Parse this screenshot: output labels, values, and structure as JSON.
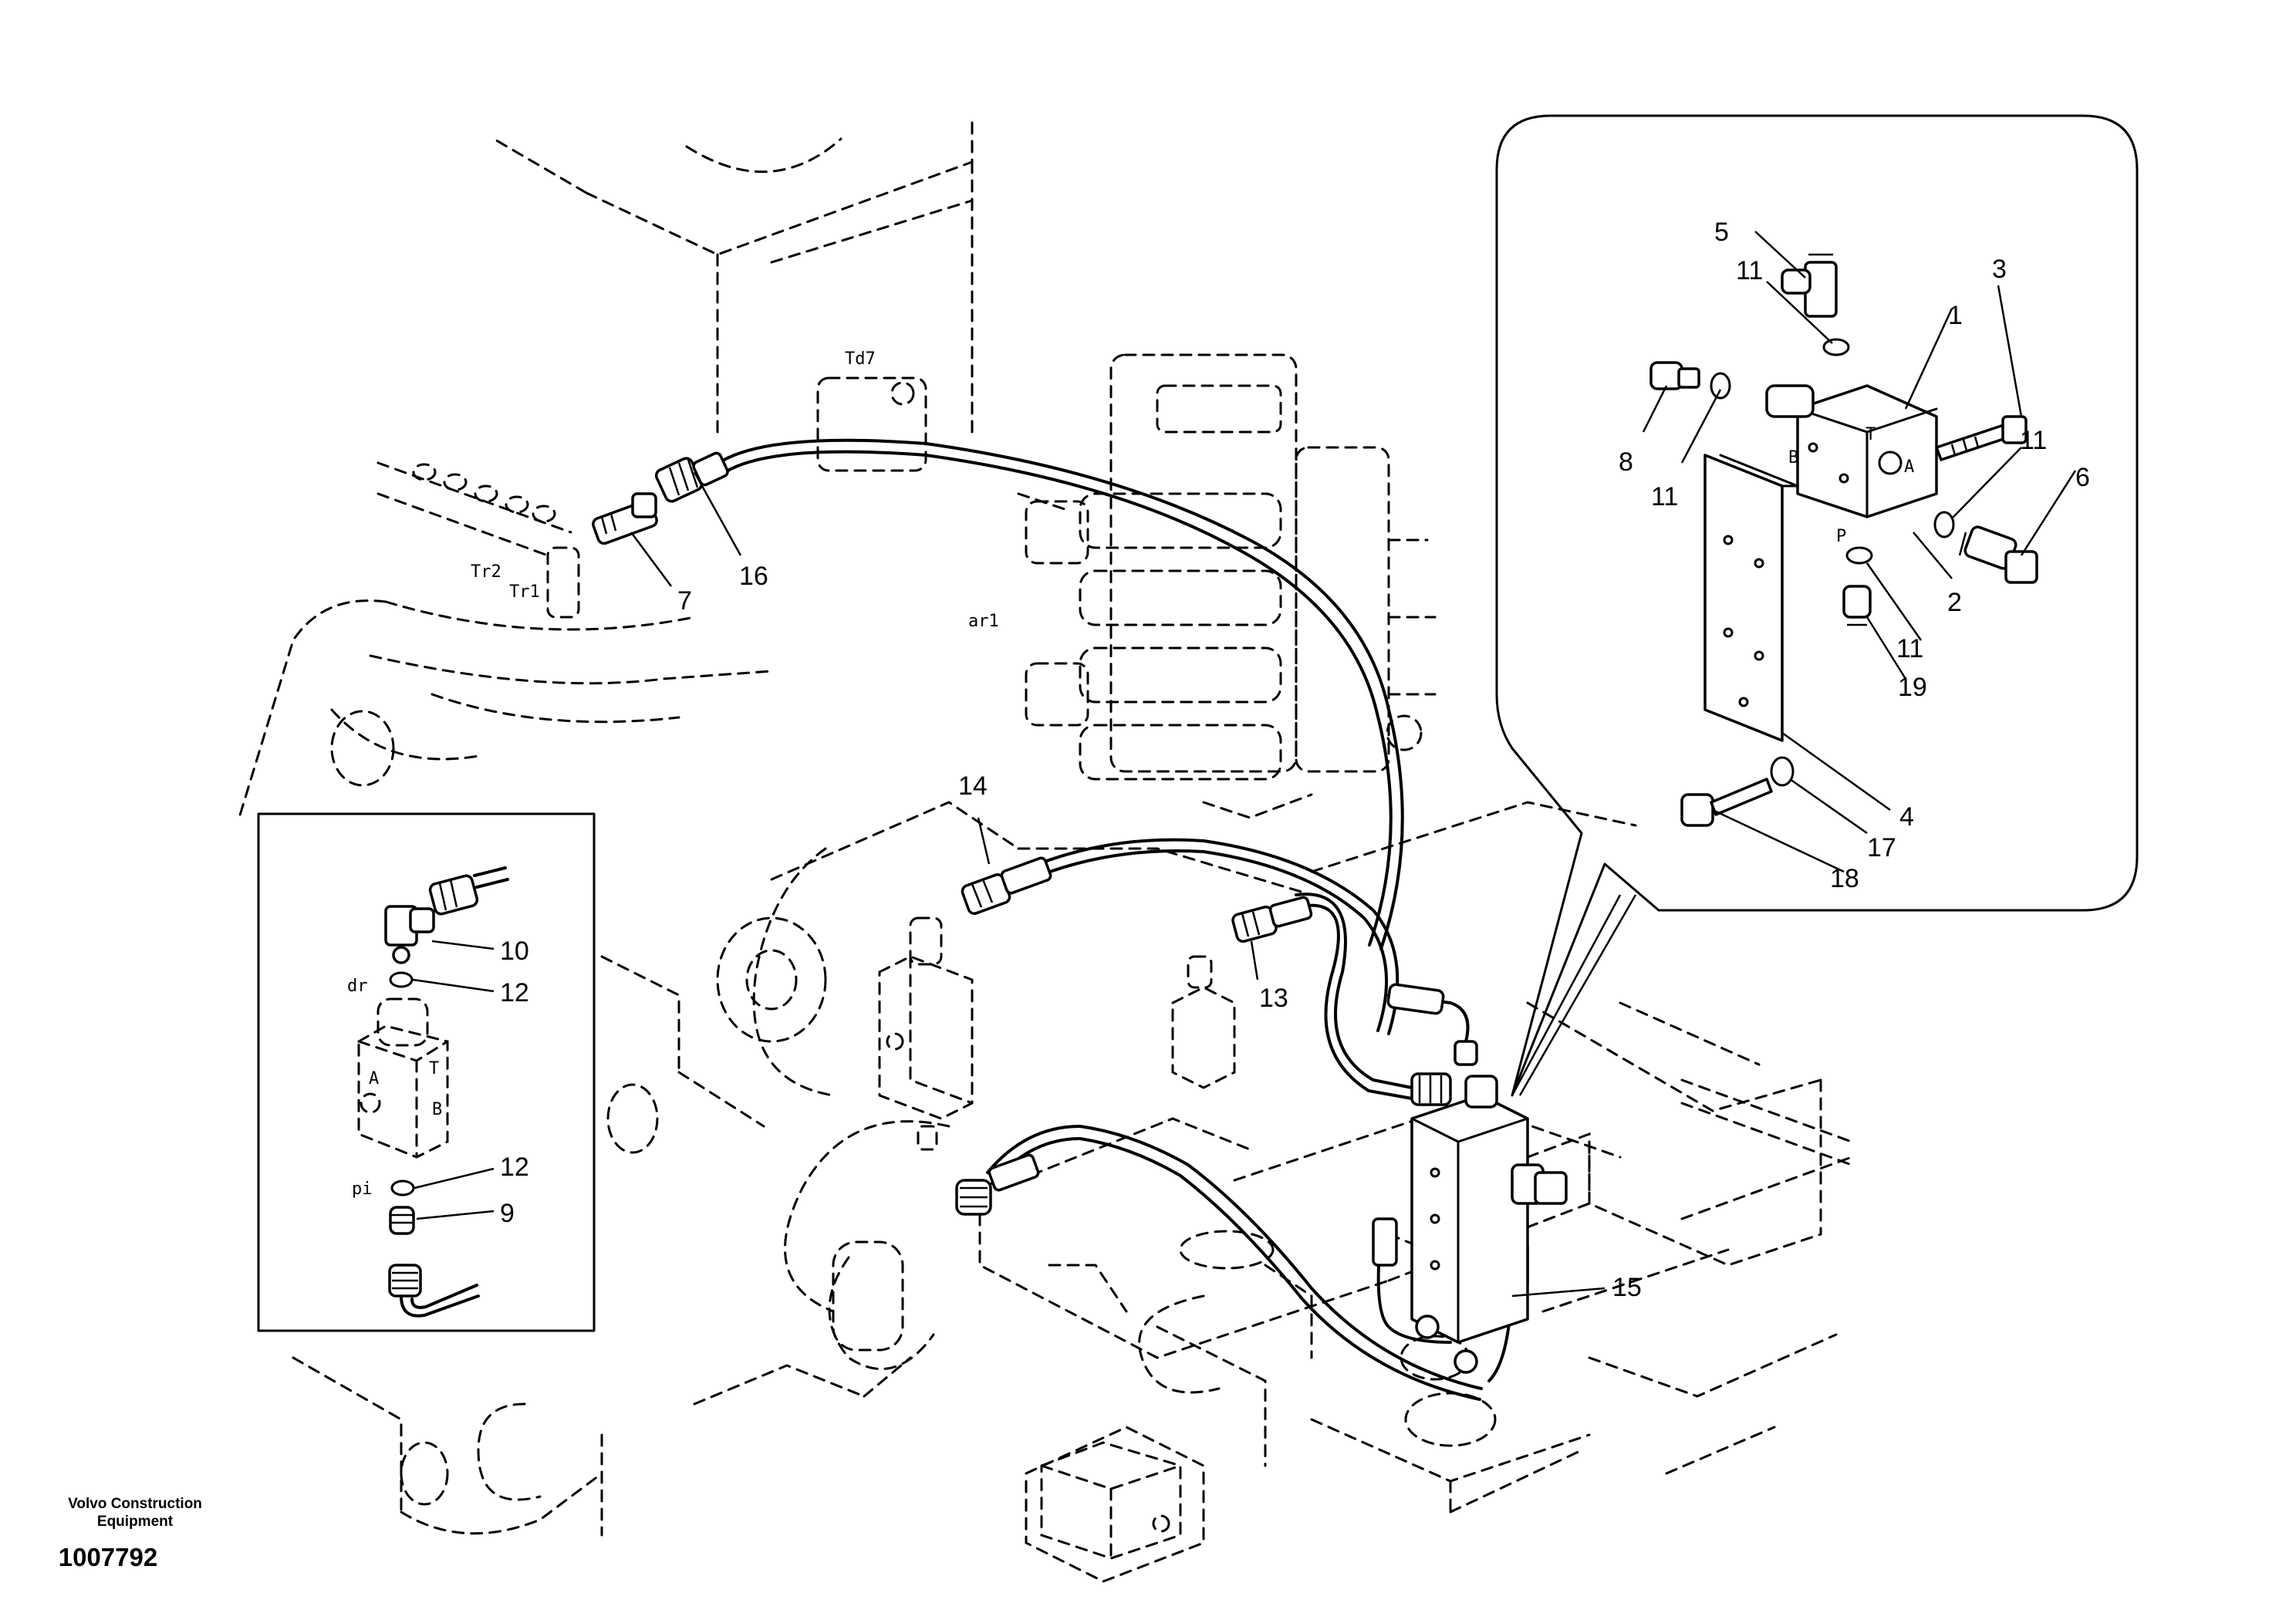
{
  "callouts": {
    "c1": "1",
    "c2": "2",
    "c3": "3",
    "c4": "4",
    "c5": "5",
    "c6": "6",
    "c7": "7",
    "c8": "8",
    "c9": "9",
    "c10": "10",
    "c11a": "11",
    "c11b": "11",
    "c11c": "11",
    "c11d": "11",
    "c12a": "12",
    "c12b": "12",
    "c13": "13",
    "c14": "14",
    "c15": "15",
    "c16": "16",
    "c17": "17",
    "c18": "18",
    "c19": "19"
  },
  "ports": {
    "td7": "Td7",
    "tr2": "Tr2",
    "tr1": "Tr1",
    "ar1": "ar1",
    "dr": "dr",
    "pi": "pi",
    "a_inset": "A",
    "t_inset": "T",
    "b_inset": "B",
    "t_detail": "T",
    "a_detail": "A",
    "b_detail": "B",
    "p_detail": "P"
  },
  "brand": {
    "line1": "Volvo Construction",
    "line2": "Equipment",
    "doc_number": "1007792"
  }
}
